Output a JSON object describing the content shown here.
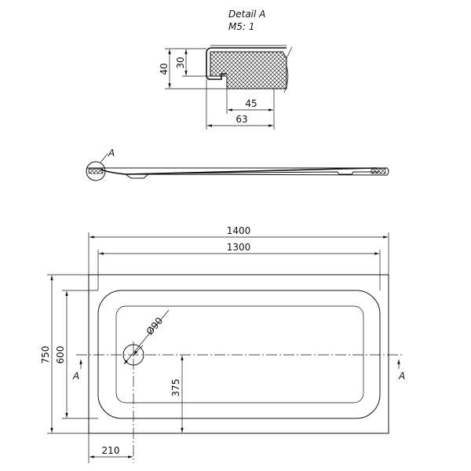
{
  "detail": {
    "title": "Detail  A",
    "scale": "M5: 1",
    "dim_40": "40",
    "dim_30": "30",
    "dim_45": "45",
    "dim_63": "63"
  },
  "side_view": {
    "marker": "A"
  },
  "plan": {
    "dim_1400": "1400",
    "dim_1300": "1300",
    "dim_750": "750",
    "dim_600": "600",
    "dim_drain": "Ø90",
    "dim_375": "375",
    "dim_210": "210",
    "section_left": "A",
    "section_right": "A"
  }
}
